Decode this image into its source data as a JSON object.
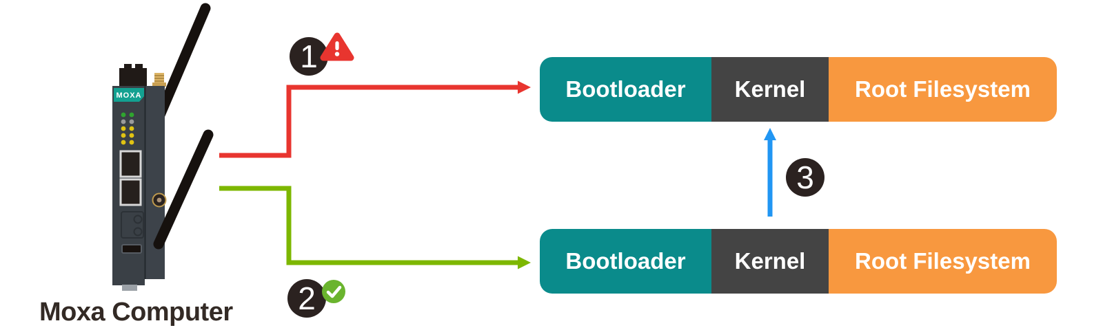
{
  "device": {
    "brand": "MOXA",
    "caption": "Moxa Computer"
  },
  "steps": [
    {
      "number": "1",
      "badge": "warning",
      "badge_symbol": "!"
    },
    {
      "number": "2",
      "badge": "success",
      "badge_symbol": "check"
    },
    {
      "number": "3",
      "badge": "none"
    }
  ],
  "banks": [
    {
      "segments": [
        {
          "label": "Bootloader"
        },
        {
          "label": "Kernel"
        },
        {
          "label": "Root Filesystem"
        }
      ]
    },
    {
      "segments": [
        {
          "label": "Bootloader"
        },
        {
          "label": "Kernel"
        },
        {
          "label": "Root Filesystem"
        }
      ]
    }
  ],
  "colors": {
    "bootloader_teal": "#0a8b8b",
    "kernel_gray": "#444444",
    "rootfs_orange": "#f8983f",
    "arrow_red": "#e8352f",
    "arrow_green": "#7db700",
    "arrow_blue": "#2196f3",
    "step_circle": "#2b2220",
    "check_green": "#6ab42e",
    "warning_red": "#e8352f",
    "logo_teal": "#13a191"
  }
}
